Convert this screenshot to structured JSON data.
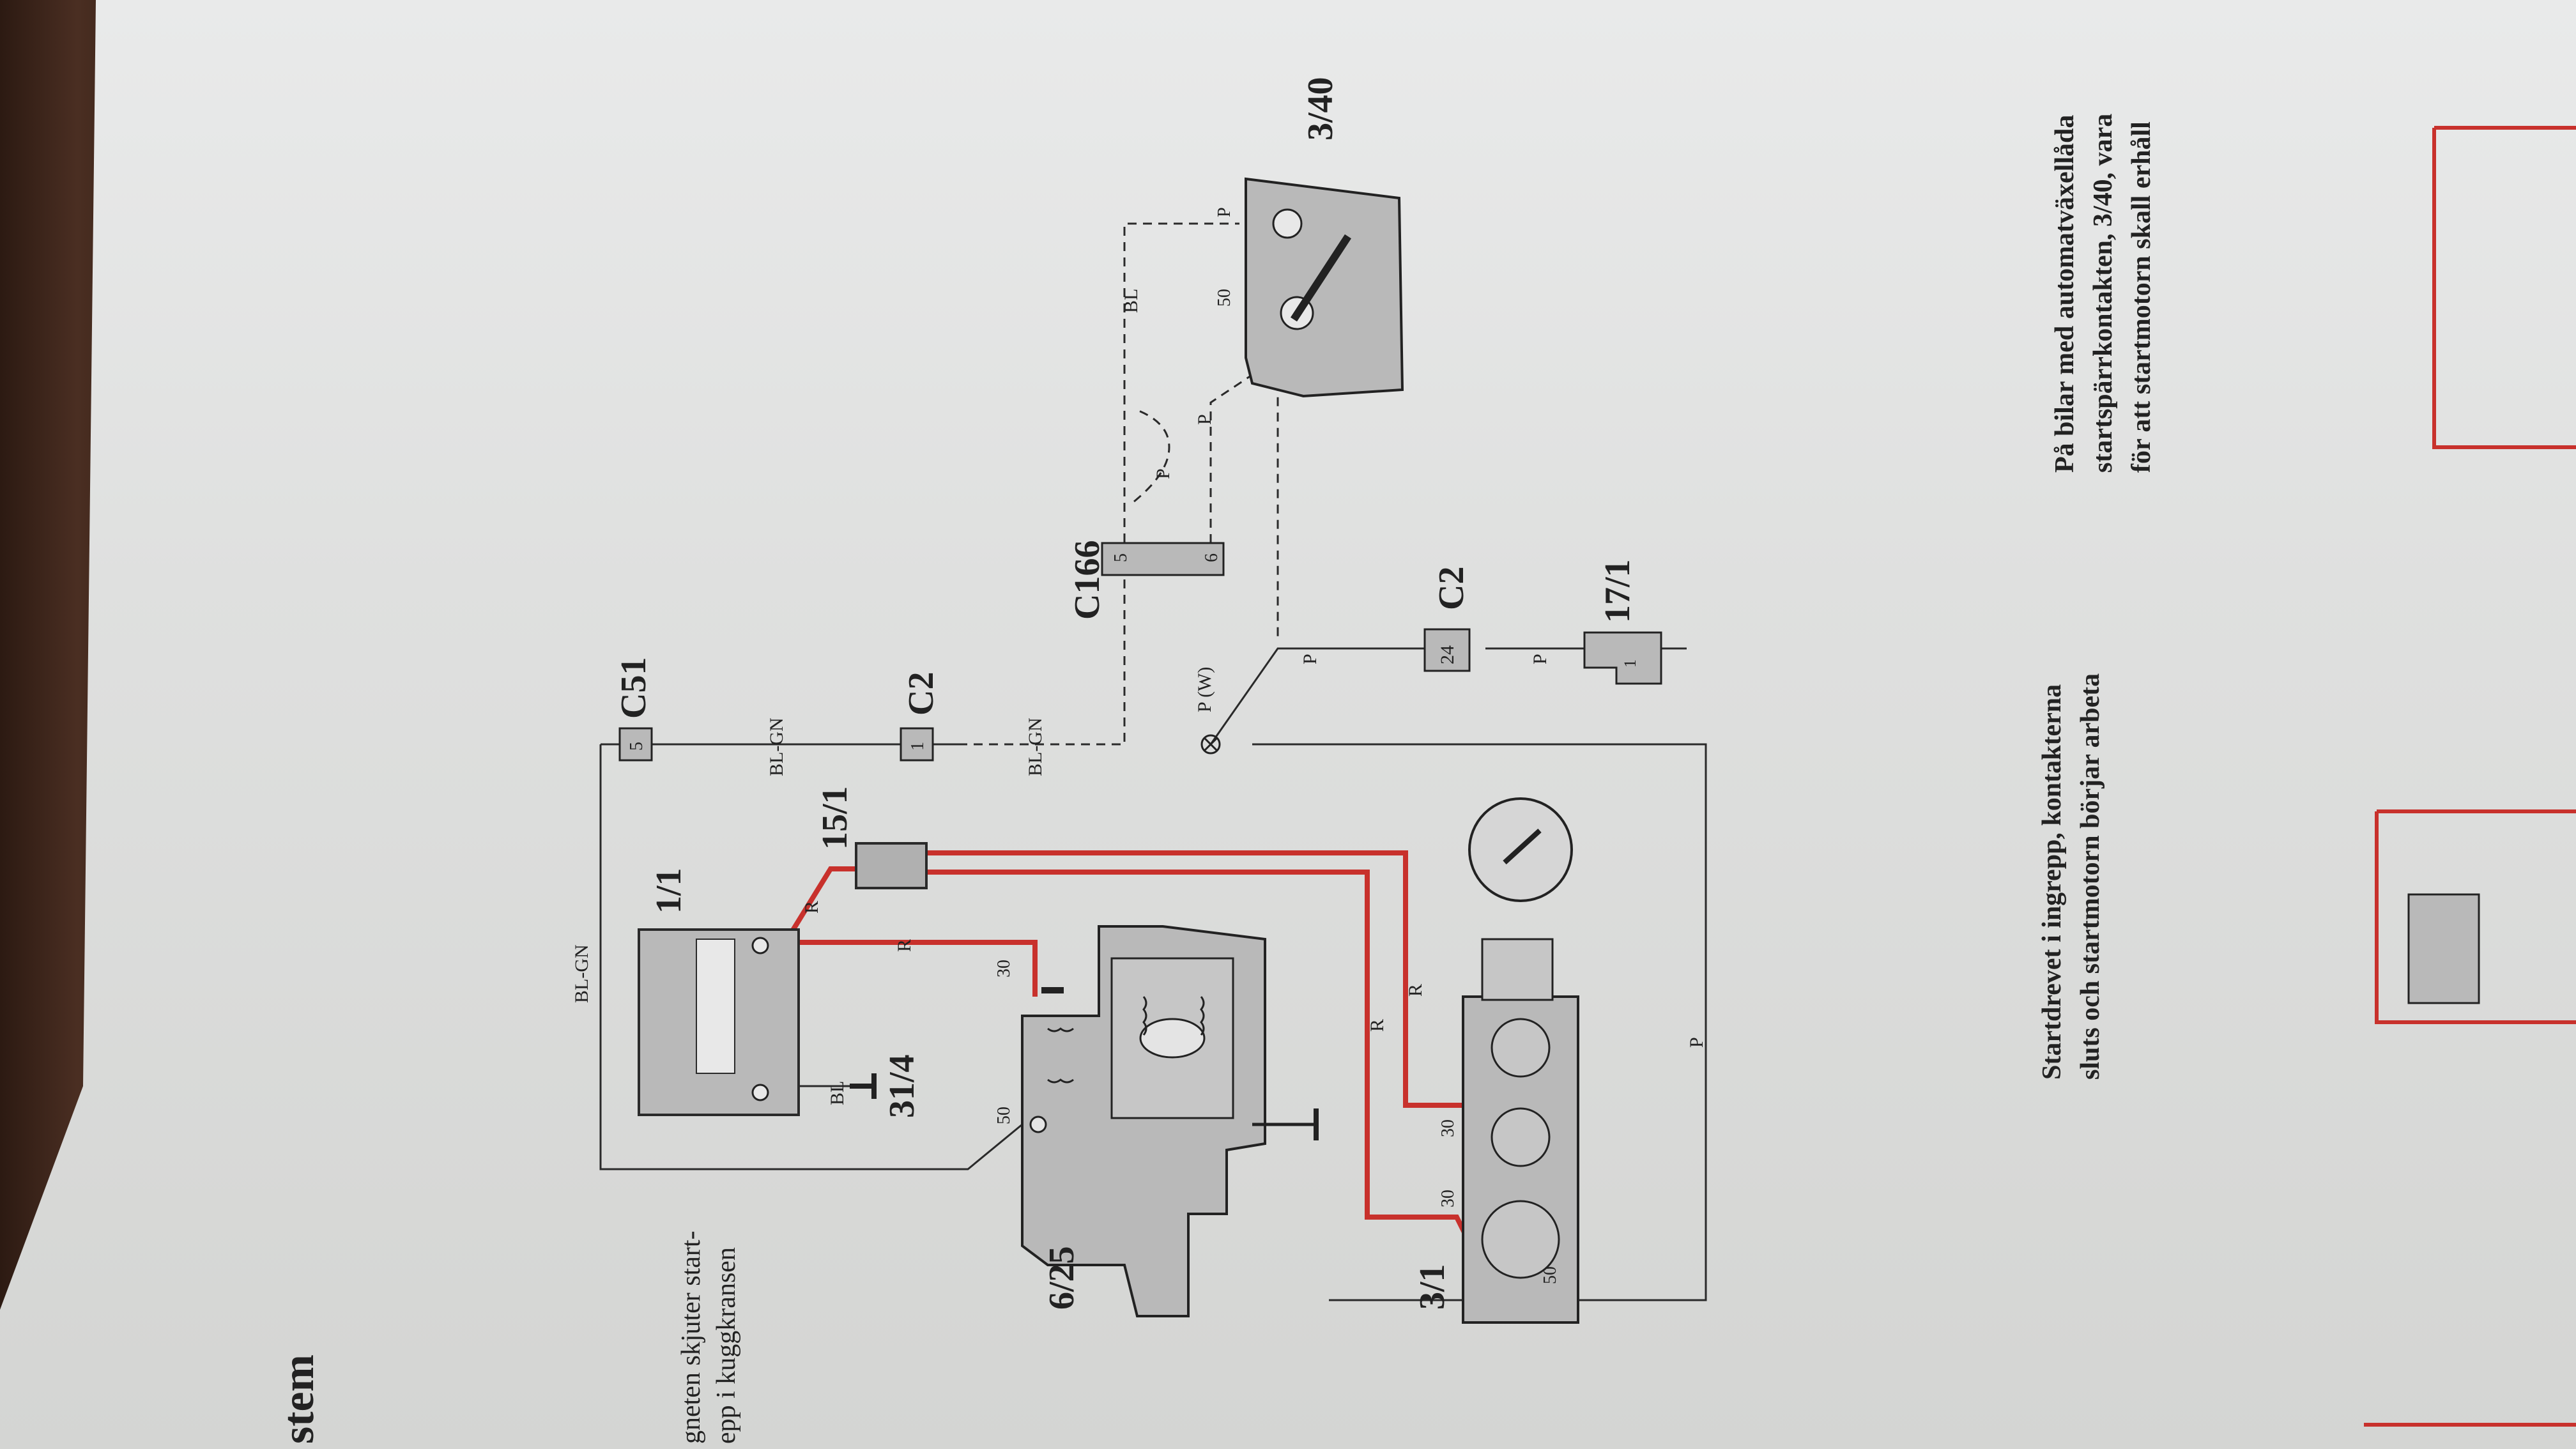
{
  "page_heading": "stem",
  "components": {
    "battery": "1/1",
    "ground_battery": "31/4",
    "fuse_junction": "15/1",
    "starter_motor": "6/25",
    "ignition_switch": "3/1",
    "gear_selector_switch": "3/40",
    "connector_c51": "C51",
    "connector_c2_top": "C2",
    "connector_c166": "C166",
    "connector_c2_bottom": "C2",
    "relay": "17/1"
  },
  "pins": {
    "c51_pin": "5",
    "c2_top_pin": "1",
    "c166_pin_a": "5",
    "c166_pin_b": "6",
    "c2_bottom_pin": "24",
    "relay_pin": "1",
    "starter_30": "30",
    "starter_50": "50",
    "switch_30a": "30",
    "switch_30b": "30",
    "switch_50": "50",
    "gear_50": "50",
    "gear_p": "P"
  },
  "wire_labels": {
    "bl_gn_1": "BL-GN",
    "bl_gn_2": "BL-GN",
    "bl_gn_3": "BL-GN",
    "r_1": "R",
    "r_2": "R",
    "r_3": "R",
    "r_4": "R",
    "bl_1": "BL",
    "bl_2": "BL",
    "p_w": "P (W)",
    "p_1": "P",
    "p_2": "P",
    "p_3": "P",
    "p_4": "P",
    "p_5": "P"
  },
  "text_blocks": {
    "left_line1": "gneten skjuter start-",
    "left_line2": "epp i kuggkransen",
    "mid_line1": "Startdrevet i ingrepp, kontakterna",
    "mid_line2": "sluts och startmotorn börjar arbeta",
    "right_line1": "På bilar med automatväxellåda",
    "right_line2": "startspärrkontakten, 3/40, vara",
    "right_line3": "för att startmotorn skall erhåll"
  },
  "colors": {
    "wire_red": "#c8312c",
    "wire_black": "#2a2a2a",
    "component_fill": "#b9b9b9",
    "paper": "#e4e5e4"
  }
}
